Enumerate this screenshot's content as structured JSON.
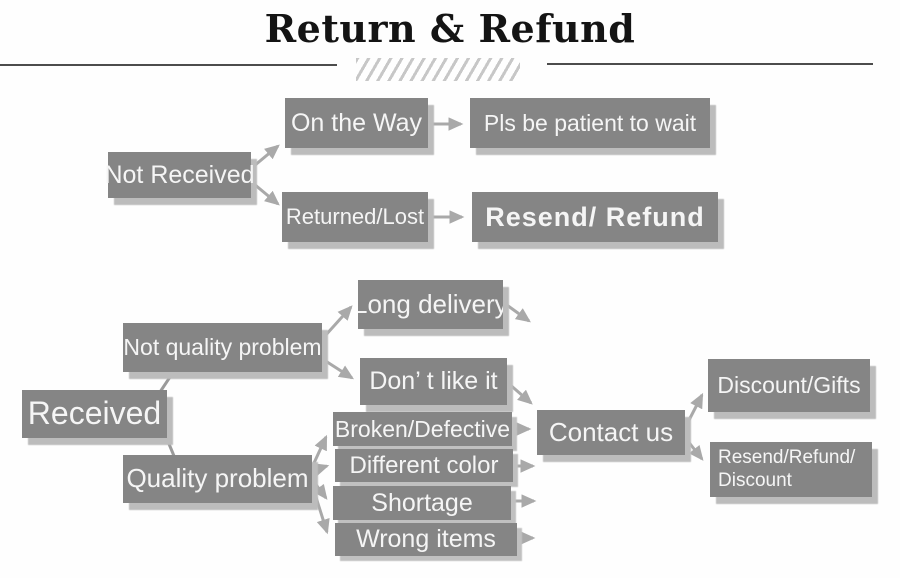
{
  "title": "Return & Refund",
  "palette": {
    "box_fill": "#858585",
    "box_shadow": "#bcbcbc",
    "box_text": "#f5f5f5",
    "arrow": "#a9a9a9",
    "connector_line": "#9a9a9a",
    "divider_rule": "#4c4c4c",
    "divider_hatch": "#c7c7c7",
    "title_text": "#141414",
    "background": "#fefefe"
  },
  "nodes": [
    {
      "id": "not-received",
      "label": "Not Received"
    },
    {
      "id": "on-the-way",
      "label": "On the Way"
    },
    {
      "id": "pls-be-patient-to-wait",
      "label": "Pls be patient to wait"
    },
    {
      "id": "returned-lost",
      "label": "Returned/Lost"
    },
    {
      "id": "resend-refund",
      "label": "Resend/ Refund"
    },
    {
      "id": "received",
      "label": "Received"
    },
    {
      "id": "not-quality-problem",
      "label": "Not quality problem"
    },
    {
      "id": "long-delivery",
      "label": "Long delivery"
    },
    {
      "id": "dont-like-it",
      "label": "Don’ t like it"
    },
    {
      "id": "quality-problem",
      "label": "Quality problem"
    },
    {
      "id": "broken-defective",
      "label": "Broken/Defective"
    },
    {
      "id": "different-color",
      "label": "Different color"
    },
    {
      "id": "shortage",
      "label": "Shortage"
    },
    {
      "id": "wrong-items",
      "label": "Wrong items"
    },
    {
      "id": "contact-us",
      "label": "Contact us"
    },
    {
      "id": "discount-gifts",
      "label": "Discount/Gifts"
    },
    {
      "id": "resend-refund-discount",
      "label": "Resend/Refund/ Discount",
      "line1": "Resend/Refund/",
      "line2": "Discount"
    }
  ],
  "edges": [
    {
      "from": "not-received",
      "to": "on-the-way"
    },
    {
      "from": "not-received",
      "to": "returned-lost"
    },
    {
      "from": "on-the-way",
      "to": "pls-be-patient-to-wait"
    },
    {
      "from": "returned-lost",
      "to": "resend-refund"
    },
    {
      "from": "received",
      "to": "not-quality-problem"
    },
    {
      "from": "received",
      "to": "quality-problem"
    },
    {
      "from": "not-quality-problem",
      "to": "long-delivery"
    },
    {
      "from": "not-quality-problem",
      "to": "dont-like-it"
    },
    {
      "from": "long-delivery",
      "to": "contact-us"
    },
    {
      "from": "dont-like-it",
      "to": "contact-us"
    },
    {
      "from": "quality-problem",
      "to": "broken-defective"
    },
    {
      "from": "quality-problem",
      "to": "different-color"
    },
    {
      "from": "quality-problem",
      "to": "shortage"
    },
    {
      "from": "quality-problem",
      "to": "wrong-items"
    },
    {
      "from": "broken-defective",
      "to": "contact-us"
    },
    {
      "from": "different-color",
      "to": "contact-us"
    },
    {
      "from": "shortage",
      "to": "contact-us"
    },
    {
      "from": "wrong-items",
      "to": "contact-us"
    },
    {
      "from": "contact-us",
      "to": "discount-gifts"
    },
    {
      "from": "contact-us",
      "to": "resend-refund-discount"
    }
  ]
}
